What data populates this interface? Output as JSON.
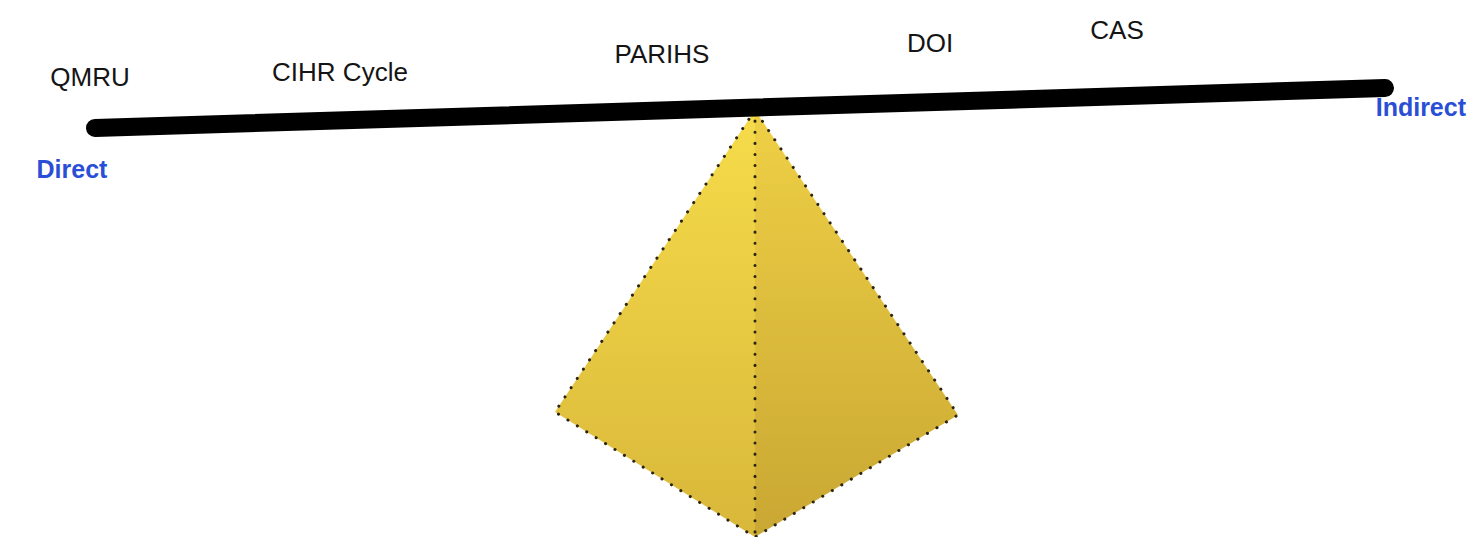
{
  "diagram": {
    "labels": [
      "QMRU",
      "CIHR Cycle",
      "PARIHS",
      "DOI",
      "CAS",
      "Direct",
      "Indirect"
    ]
  }
}
